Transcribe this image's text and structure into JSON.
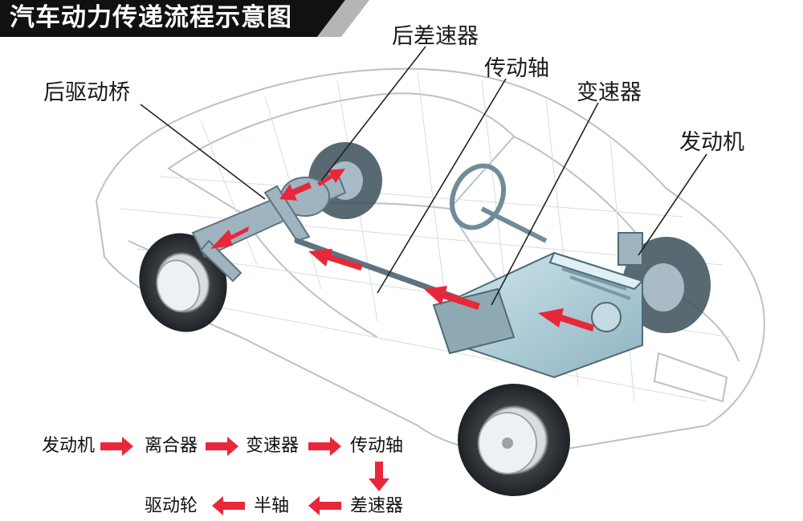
{
  "title": "汽车动力传递流程示意图",
  "callouts": {
    "rear_axle": "后驱动桥",
    "rear_diff": "后差速器",
    "driveshaft": "传动轴",
    "transmission": "变速器",
    "engine": "发动机"
  },
  "flow": {
    "engine": "发动机",
    "clutch": "离合器",
    "transmission": "变速器",
    "driveshaft": "传动轴",
    "differential": "差速器",
    "half_shaft": "半轴",
    "drive_wheel": "驱动轮"
  },
  "colors": {
    "arrow": "#e8283a",
    "banner": "#111111",
    "car_line": "#b9c2c9",
    "mechanical": "#6f8c99"
  }
}
